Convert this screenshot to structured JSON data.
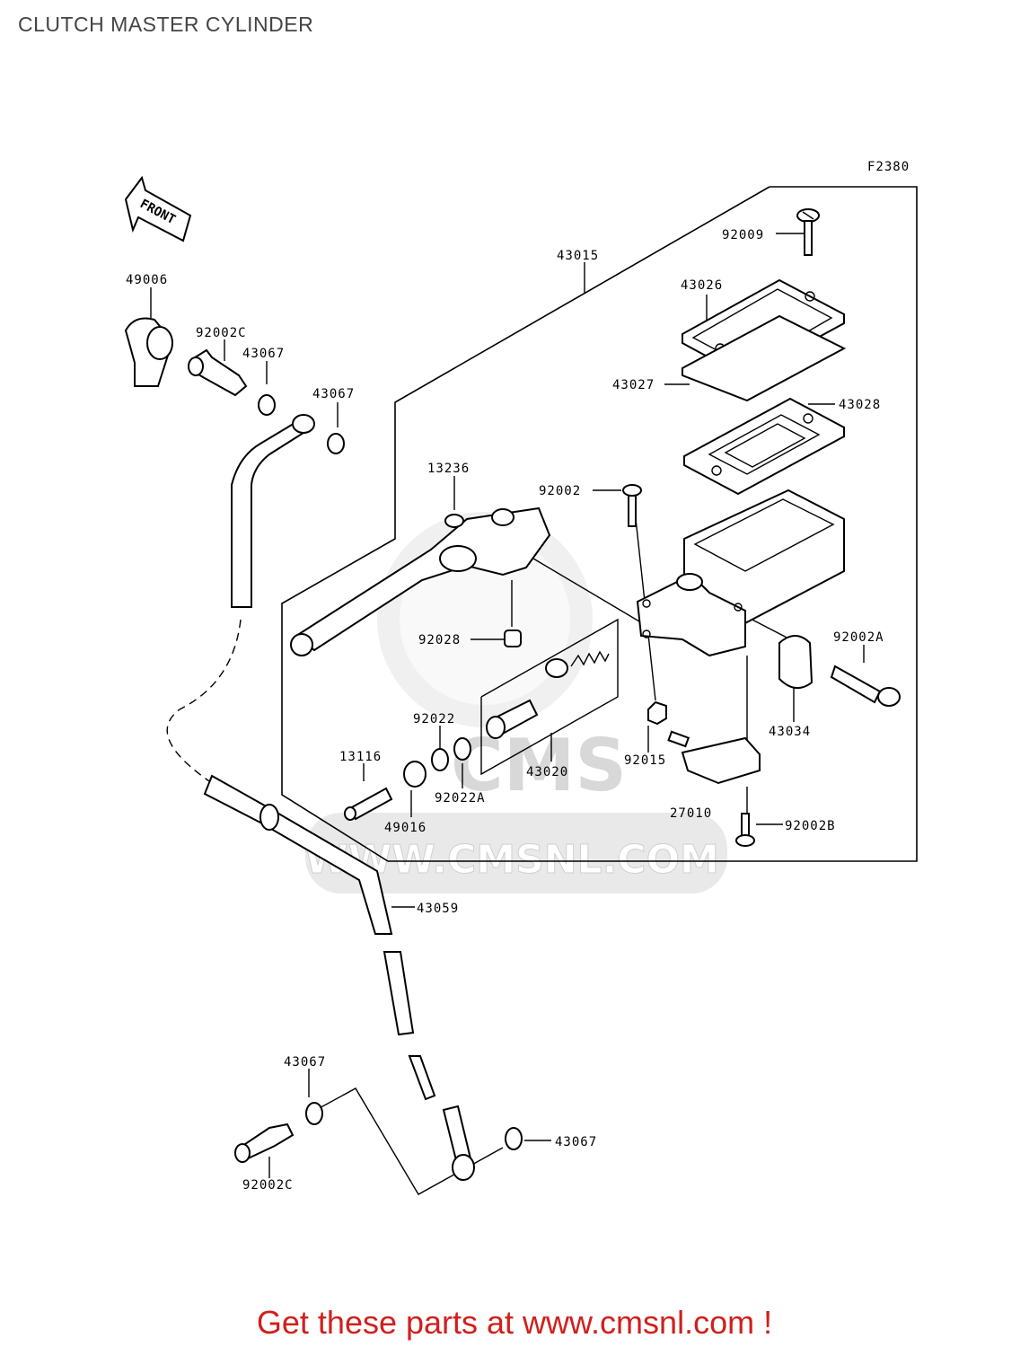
{
  "title": "CLUTCH MASTER CYLINDER",
  "figure_code": "F2380",
  "front_label": "FRONT",
  "watermark_text": "WWW.CMSNL.COM",
  "watermark_logo": "CMS",
  "footer": "Get these parts at www.cmsnl.com !",
  "colors": {
    "footer": "#d0201c",
    "watermark": "#e4e4e4",
    "lines": "#000000"
  },
  "parts": [
    {
      "id": "p49006",
      "label": "49006"
    },
    {
      "id": "p92002c_top",
      "label": "92002C"
    },
    {
      "id": "p43067_a",
      "label": "43067"
    },
    {
      "id": "p43067_b",
      "label": "43067"
    },
    {
      "id": "p43015",
      "label": "43015"
    },
    {
      "id": "p92009",
      "label": "92009"
    },
    {
      "id": "p43026",
      "label": "43026"
    },
    {
      "id": "p43027",
      "label": "43027"
    },
    {
      "id": "p43028",
      "label": "43028"
    },
    {
      "id": "p13236",
      "label": "13236"
    },
    {
      "id": "p92002",
      "label": "92002"
    },
    {
      "id": "p92028",
      "label": "92028"
    },
    {
      "id": "p92002a",
      "label": "92002A"
    },
    {
      "id": "p43034",
      "label": "43034"
    },
    {
      "id": "p92022",
      "label": "92022"
    },
    {
      "id": "p13116",
      "label": "13116"
    },
    {
      "id": "p92022a",
      "label": "92022A"
    },
    {
      "id": "p43020",
      "label": "43020"
    },
    {
      "id": "p92015",
      "label": "92015"
    },
    {
      "id": "p49016",
      "label": "49016"
    },
    {
      "id": "p27010",
      "label": "27010"
    },
    {
      "id": "p92002b",
      "label": "92002B"
    },
    {
      "id": "p43059",
      "label": "43059"
    },
    {
      "id": "p43067_c",
      "label": "43067"
    },
    {
      "id": "p43067_d",
      "label": "43067"
    },
    {
      "id": "p92002c_bot",
      "label": "92002C"
    }
  ]
}
